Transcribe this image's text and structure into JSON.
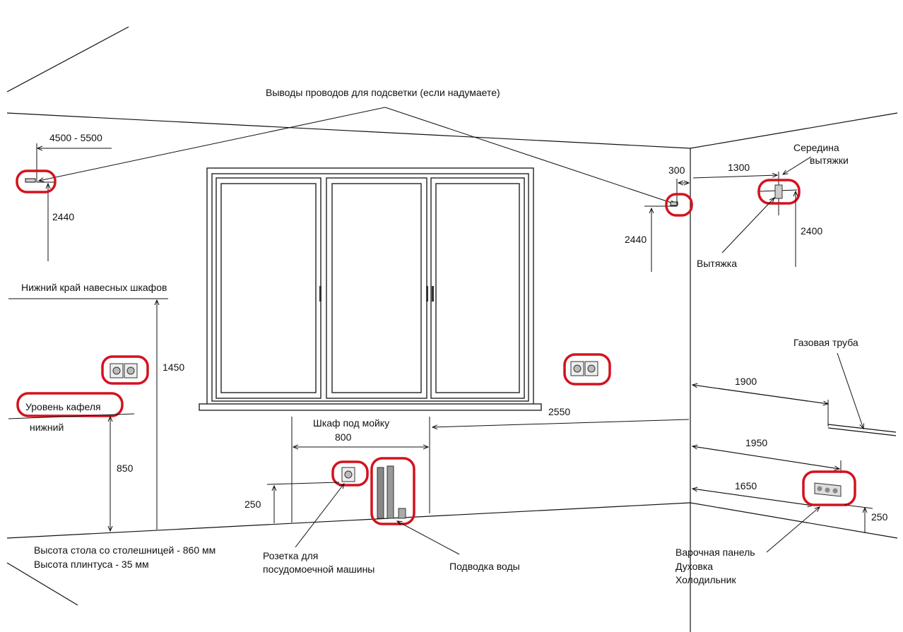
{
  "labels": {
    "wire_outlets": "Выводы проводов для подсветки (если надумаете)",
    "dim_left_range": "4500 - 5500",
    "dim_left_height": "2440",
    "lower_cabinet_edge": "Нижний край навесных шкафов",
    "dim_1450": "1450",
    "tile_level_line1": "Уровень кафеля",
    "tile_level_line2": "нижний",
    "dim_850": "850",
    "table_height": "Высота стола со столешницей - 860 мм",
    "plinth_height": "Высота плинтуса - 35 мм",
    "sink_cabinet": "Шкаф под мойку",
    "dim_800": "800",
    "dim_2550": "2550",
    "dim_250_left": "250",
    "dishwasher_socket_line1": "Розетка для",
    "dishwasher_socket_line2": "посудомоечной машины",
    "water_supply": "Подводка воды",
    "dim_300": "300",
    "dim_1300": "1300",
    "hood_middle_line1": "Середина",
    "hood_middle_line2": "вытяжки",
    "dim_right_2440": "2440",
    "dim_2400": "2400",
    "hood": "Вытяжка",
    "gas_pipe": "Газовая труба",
    "dim_1900": "1900",
    "dim_1950": "1950",
    "dim_1650": "1650",
    "dim_250_right": "250",
    "appliances_line1": "Варочная панель",
    "appliances_line2": "Духовка",
    "appliances_line3": "Холодильник"
  },
  "colors": {
    "highlight": "#d3121f",
    "line": "#111111"
  }
}
